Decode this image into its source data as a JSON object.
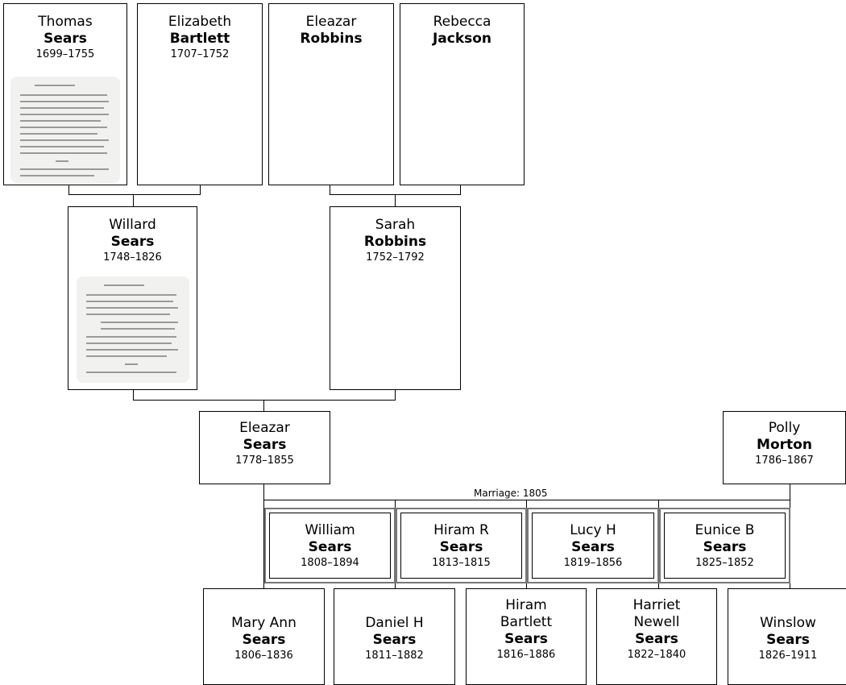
{
  "people": {
    "thomas_sears": {
      "first": "Thomas",
      "last": "Sears",
      "years": "1699–1755"
    },
    "elizabeth_bartlett": {
      "first": "Elizabeth",
      "last": "Bartlett",
      "years": "1707–1752"
    },
    "eleazar_robbins": {
      "first": "Eleazar",
      "last": "Robbins",
      "years": ""
    },
    "rebecca_jackson": {
      "first": "Rebecca",
      "last": "Jackson",
      "years": ""
    },
    "willard_sears": {
      "first": "Willard",
      "last": "Sears",
      "years": "1748–1826"
    },
    "sarah_robbins": {
      "first": "Sarah",
      "last": "Robbins",
      "years": "1752–1792"
    },
    "eleazar_sears": {
      "first": "Eleazar",
      "last": "Sears",
      "years": "1778–1855"
    },
    "polly_morton": {
      "first": "Polly",
      "last": "Morton",
      "years": "1786–1867"
    }
  },
  "marriage_label": "Marriage: 1805",
  "children_top": [
    {
      "first": "William",
      "last": "Sears",
      "years": "1808–1894"
    },
    {
      "first": "Hiram R",
      "last": "Sears",
      "years": "1813–1815"
    },
    {
      "first": "Lucy H",
      "last": "Sears",
      "years": "1819–1856"
    },
    {
      "first": "Eunice B",
      "last": "Sears",
      "years": "1825–1852"
    }
  ],
  "children_bottom": [
    {
      "first": "Mary Ann",
      "first2": "",
      "last": "Sears",
      "years": "1806–1836"
    },
    {
      "first": "Daniel H",
      "first2": "",
      "last": "Sears",
      "years": "1811–1882"
    },
    {
      "first": "Hiram",
      "first2": "Bartlett",
      "last": "Sears",
      "years": "1816–1886"
    },
    {
      "first": "Harriet",
      "first2": "Newell",
      "last": "Sears",
      "years": "1822–1840"
    },
    {
      "first": "Winslow",
      "first2": "",
      "last": "Sears",
      "years": "1826–1911"
    }
  ]
}
